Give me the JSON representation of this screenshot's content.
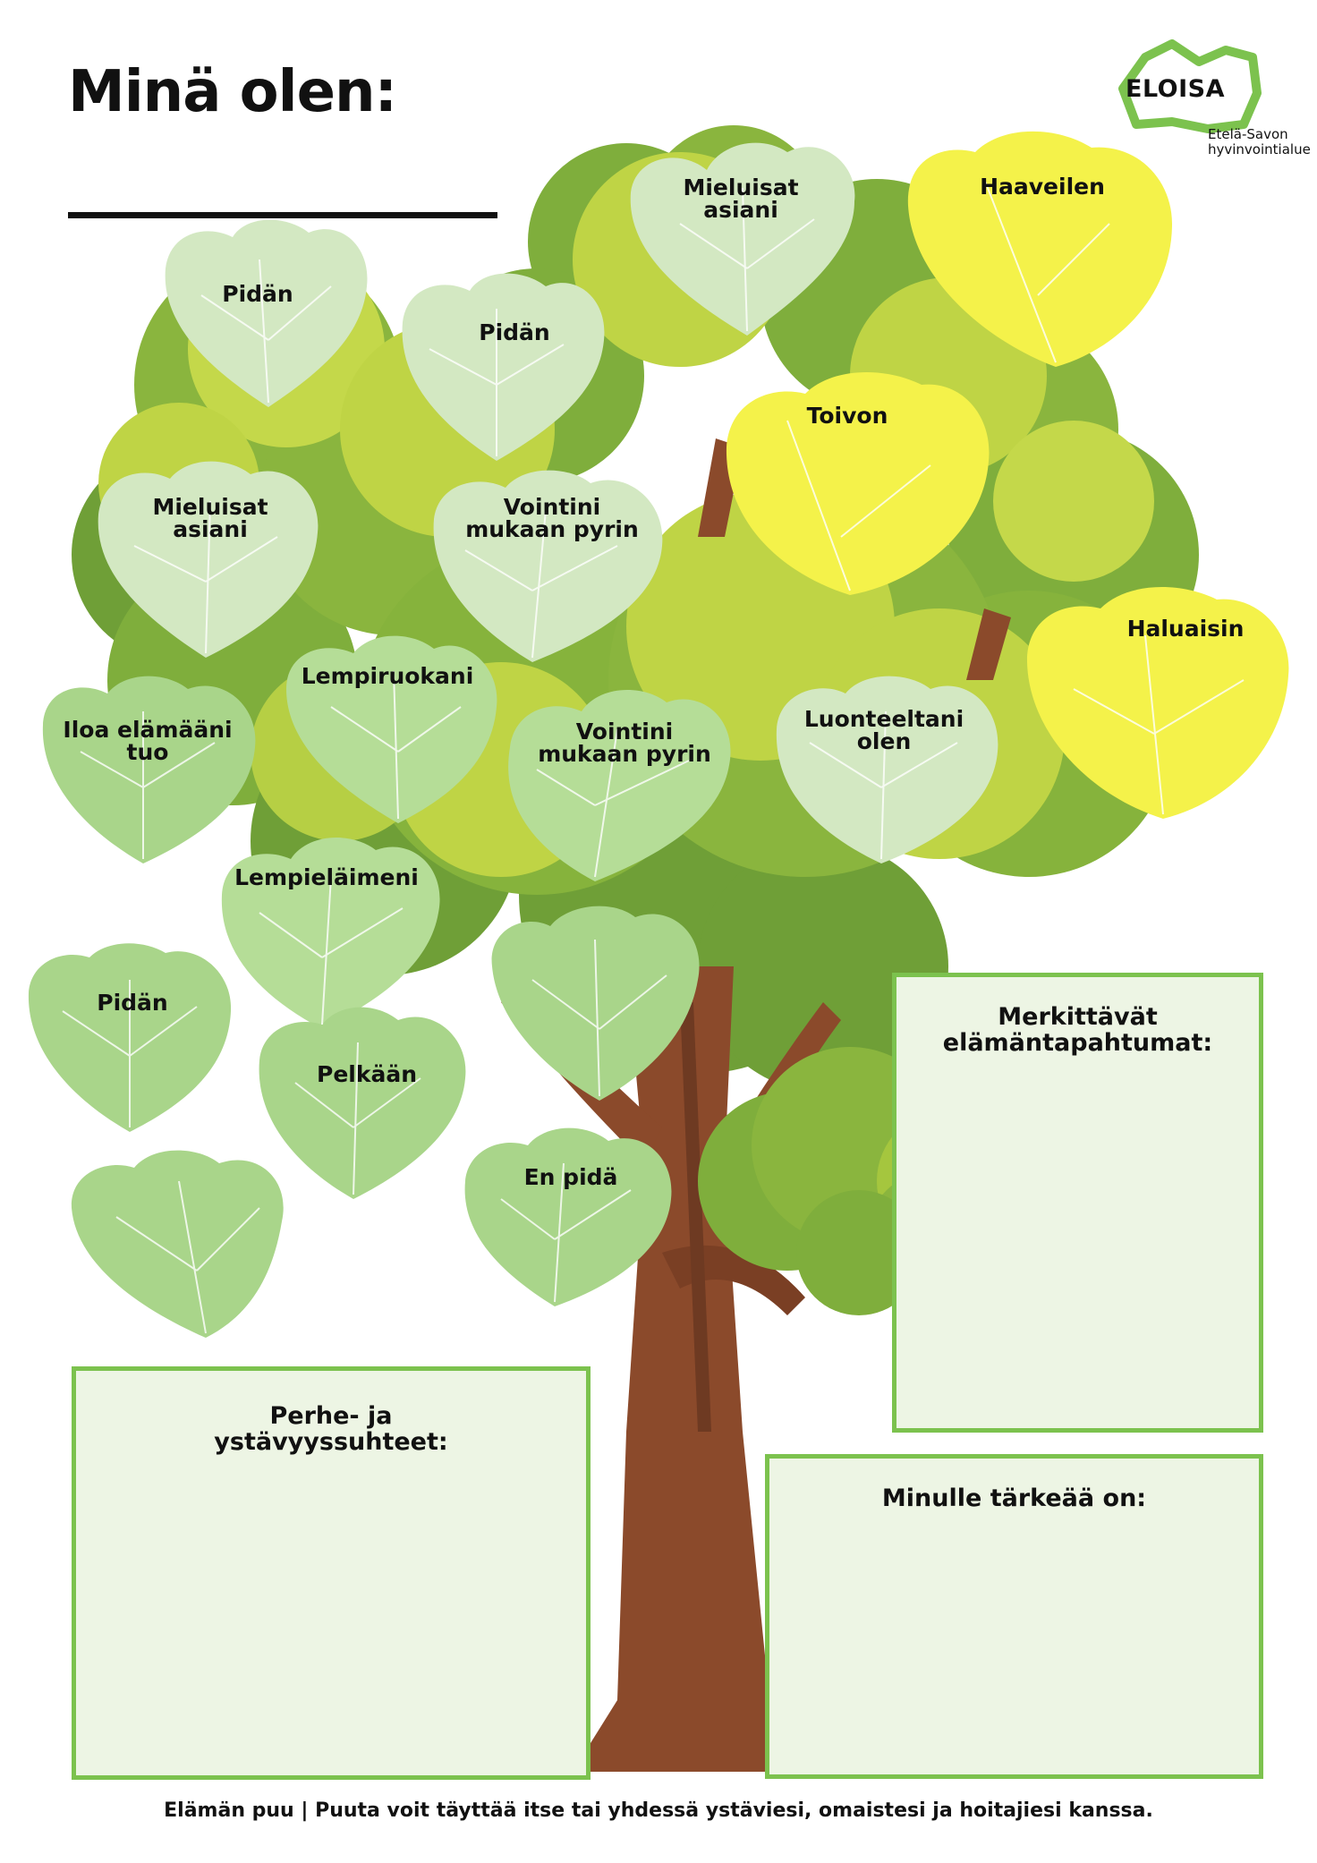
{
  "header": {
    "title": "Minä olen:",
    "logo": {
      "name": "ELOISA",
      "line1": "Etelä-Savon",
      "line2": "hyvinvointialue"
    }
  },
  "leaves": [
    {
      "label": "Mieluisat\nasiani"
    },
    {
      "label": "Haaveilen"
    },
    {
      "label": "Pidän"
    },
    {
      "label": "Pidän"
    },
    {
      "label": "Toivon"
    },
    {
      "label": "Mieluisat\nasiani"
    },
    {
      "label": "Vointini\nmukaan pyrin"
    },
    {
      "label": "Haluaisin"
    },
    {
      "label": "Lempiruokani"
    },
    {
      "label": "Iloa elämääni\ntuo"
    },
    {
      "label": "Vointini\nmukaan pyrin"
    },
    {
      "label": "Luonteeltani\nolen"
    },
    {
      "label": "Lempieläimeni"
    },
    {
      "label": "Pidän"
    },
    {
      "label": "Pelkään"
    },
    {
      "label": "En pidä"
    },
    {
      "label": ""
    },
    {
      "label": ""
    }
  ],
  "boxes": {
    "events": "Merkittävät\nelämäntapahtumat:",
    "family": "Perhe- ja\nystävyyssuhteet:",
    "important": "Minulle tärkeää on:"
  },
  "footer": "Elämän puu | Puuta voit täyttää itse tai yhdessä ystäviesi, omaistesi ja hoitajiesi kanssa.",
  "colors": {
    "dark_green": "#6a9a3a",
    "mid_green": "#8ab53e",
    "light_green": "#bfd445",
    "pale_leaf": "#d3e8c2",
    "medium_leaf": "#a9d58a",
    "yellow_leaf": "#f4f24a",
    "trunk": "#8b4a2b",
    "box_border": "#7cc24e",
    "box_fill": "#edf5e4"
  }
}
